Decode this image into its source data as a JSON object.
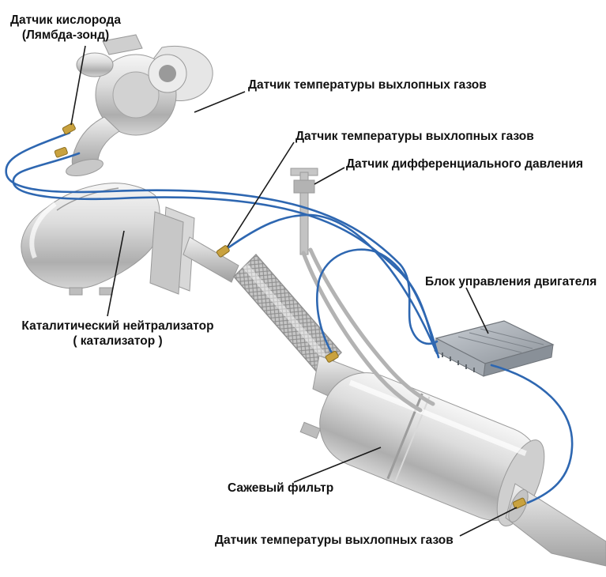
{
  "callouts": {
    "oxygen_sensor": {
      "line1": "Датчик кислорода",
      "line2": "(Лямбда-зонд)"
    },
    "egt_sensor_top": {
      "text": "Датчик температуры выхлопных газов"
    },
    "egt_sensor_mid": {
      "text": "Датчик температуры выхлопных газов"
    },
    "diff_pressure_sensor": {
      "text": "Датчик дифференциального давления"
    },
    "ecu": {
      "text": "Блок управления двигателя"
    },
    "catalytic_converter": {
      "line1": "Каталитический нейтрализатор",
      "line2": "( катализатор )"
    },
    "soot_filter": {
      "text": "Сажевый фильтр"
    },
    "egt_sensor_bottom": {
      "text": "Датчик температуры выхлопных газов"
    }
  },
  "colors": {
    "background": "#ffffff",
    "label_text": "#111111",
    "leader_line": "#1a1a1a",
    "wire": "#2e67b1",
    "sensor_brass": "#c9a23f"
  }
}
